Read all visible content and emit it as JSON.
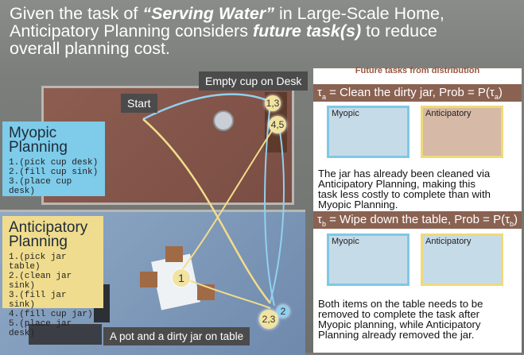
{
  "title": {
    "l1_pre": "Given the task of ",
    "l1_task": "“Serving Water”",
    "l1_post": " in Large-Scale Home,",
    "l2_pre": "Anticipatory Planning considers ",
    "l2_em": "future task(s)",
    "l2_post": " to reduce",
    "l3": "overall planning cost."
  },
  "scene": {
    "empty_cup_label": "Empty cup on Desk",
    "start_label": "Start",
    "bottom_label": "A pot and a dirty jar on table",
    "markers": [
      "1,3",
      "4,5",
      "1",
      "2,3",
      "2"
    ]
  },
  "myopic": {
    "heading_1": "Myopic",
    "heading_2": "Planning",
    "steps": [
      "1.(pick cup desk)",
      "2.(fill cup sink)",
      "3.(place cup desk)"
    ]
  },
  "anticipatory": {
    "heading_1": "Anticipatory",
    "heading_2": "Planning",
    "steps": [
      "1.(pick jar table)",
      "2.(clean jar sink)",
      "3.(fill jar sink)",
      "4.(fill cup jar)",
      "5.(place jar desk)"
    ]
  },
  "panel": {
    "header": "Future tasks from distribution",
    "task_a": {
      "sym": "τ",
      "sub": "a",
      "text": " = Clean the dirty jar, Prob = P(τ",
      "close": ")",
      "myopic_label": "Myopic",
      "anticipatory_label": "Anticipatory",
      "desc": [
        "The jar has already been cleaned via",
        "Anticipatory Planning, making this",
        "task less costly to complete than with",
        "Myopic Planning."
      ]
    },
    "task_b": {
      "sym": "τ",
      "sub": "b",
      "text": " = Wipe down the table, Prob = P(τ",
      "close": ")",
      "myopic_label": "Myopic",
      "anticipatory_label": "Anticipatory",
      "desc": [
        "Both items on the table needs to be",
        "removed to complete the task after",
        "Myopic planning, while Anticipatory",
        "Planning already removed the jar."
      ]
    }
  },
  "colors": {
    "myopic_path": "#8fd1ee",
    "anticipatory_path": "#f2dc8a",
    "panel_bar": "#8a6252"
  }
}
